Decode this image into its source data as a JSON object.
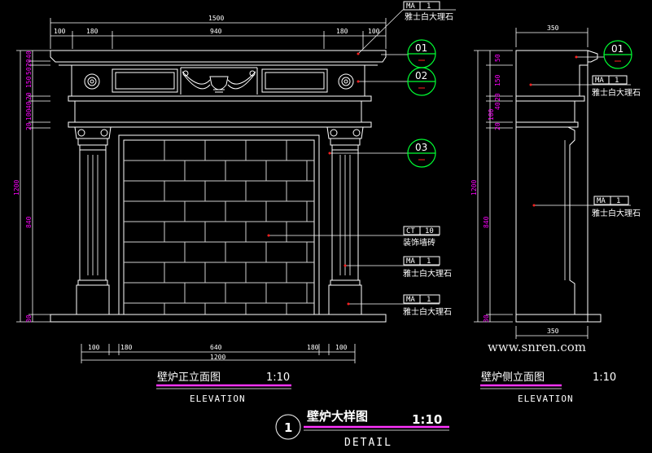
{
  "front": {
    "top_dims": [
      "1500",
      "100",
      "180",
      "940",
      "180",
      "100"
    ],
    "left_dims": [
      "40",
      "20",
      "50",
      "150",
      "20",
      "40",
      "100",
      "20",
      "1200",
      "840",
      "30"
    ],
    "bottom_dims": [
      "100",
      "180",
      "640",
      "180",
      "100",
      "1200"
    ],
    "title": "壁炉正立面图",
    "scale": "1:10",
    "subtitle": "ELEVATION"
  },
  "side": {
    "top_dim": "350",
    "left_dims": [
      "50",
      "150",
      "20",
      "40",
      "100",
      "20",
      "1200",
      "840",
      "30"
    ],
    "bottom_dim": "350",
    "title": "壁炉侧立面图",
    "scale": "1:10",
    "subtitle": "ELEVATION"
  },
  "callouts": {
    "front_ma1_top": {
      "code": "MA",
      "num": "1",
      "text": "雅士白大理石"
    },
    "front_ct10": {
      "code": "CT",
      "num": "10",
      "text": "装饰墙砖"
    },
    "front_ma1_mid": {
      "code": "MA",
      "num": "1",
      "text": "雅士白大理石"
    },
    "front_ma1_bot": {
      "code": "MA",
      "num": "1",
      "text": "雅士白大理石"
    },
    "side_ma1_top": {
      "code": "MA",
      "num": "1",
      "text": "雅士白大理石"
    },
    "side_ma1_mid": {
      "code": "MA",
      "num": "1",
      "text": "雅士白大理石"
    }
  },
  "bubbles": [
    "01",
    "02",
    "03",
    "01"
  ],
  "detail": {
    "number": "1",
    "title": "壁炉大样图",
    "scale": "1:10",
    "subtitle": "DETAIL"
  },
  "watermark": "www.snren.com",
  "colors": {
    "background": "#000000",
    "lines": "#ffffff",
    "dimension_text_vertical": "#ff00ff",
    "bubble": "#00ff33",
    "leader_dot": "#ff2020",
    "title_underline": "#ff33ff"
  }
}
